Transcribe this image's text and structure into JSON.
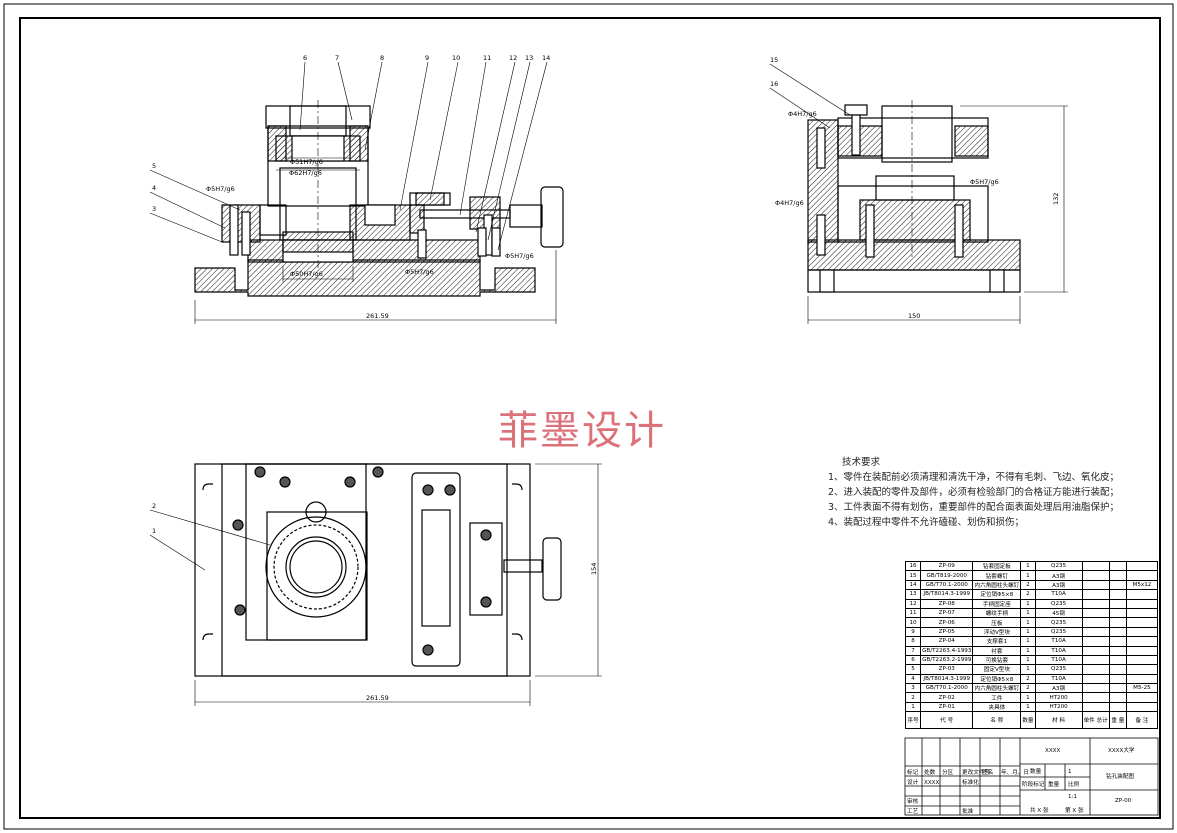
{
  "watermark": "菲墨设计",
  "notes": {
    "title": "技术要求",
    "lines": [
      "1、零件在装配前必须清理和清洗干净，不得有毛刺、飞边、氧化皮；",
      "2、进入装配的零件及部件，必须有检验部门的合格证方能进行装配；",
      "3、工件表面不得有划伤，重要部件的配合面表面处理后用油脂保护；",
      "4、装配过程中零件不允许磕碰、划伤和损伤；"
    ]
  },
  "front_view": {
    "balloons": [
      "6",
      "7",
      "8",
      "9",
      "10",
      "11",
      "12",
      "13",
      "14",
      "5",
      "4",
      "3"
    ],
    "fits": [
      "Φ51H7/g6",
      "Φ62H7/g6",
      "Φ5H7/g6",
      "Φ50H7/g6",
      "Φ5H7/g6",
      "Φ5H7/g6"
    ],
    "overall_dim": "261.59"
  },
  "side_view": {
    "balloons": [
      "15",
      "16"
    ],
    "fits": [
      "Φ4H7/g6",
      "Φ4H7/g6",
      "Φ5H7/g6"
    ],
    "width_dim": "150",
    "height_dim": "132"
  },
  "top_view": {
    "balloons": [
      "2",
      "1"
    ],
    "overall_dim": "261.59",
    "height_dim": "154"
  },
  "bom": {
    "rows": [
      {
        "no": "16",
        "code": "ZP-09",
        "name": "钻套固定板",
        "qty": "1",
        "mat": "Q235",
        "note": ""
      },
      {
        "no": "15",
        "code": "GB/T819-2000",
        "name": "钻套螺钉",
        "qty": "1",
        "mat": "A3钢",
        "note": ""
      },
      {
        "no": "14",
        "code": "GB/T70.1-2000",
        "name": "内六角圆柱头螺钉",
        "qty": "2",
        "mat": "A3钢",
        "note": "M5x12"
      },
      {
        "no": "13",
        "code": "JB/T8014.3-1999",
        "name": "定位销Φ5×8",
        "qty": "2",
        "mat": "T10A",
        "note": ""
      },
      {
        "no": "12",
        "code": "ZP-08",
        "name": "手柄固定座",
        "qty": "1",
        "mat": "Q235",
        "note": ""
      },
      {
        "no": "11",
        "code": "ZP-07",
        "name": "螺纹手柄",
        "qty": "1",
        "mat": "45钢",
        "note": ""
      },
      {
        "no": "10",
        "code": "ZP-06",
        "name": "压板",
        "qty": "1",
        "mat": "Q235",
        "note": ""
      },
      {
        "no": "9",
        "code": "ZP-05",
        "name": "浮动V型块",
        "qty": "1",
        "mat": "Q235",
        "note": ""
      },
      {
        "no": "8",
        "code": "ZP-04",
        "name": "支撑套1",
        "qty": "1",
        "mat": "T10A",
        "note": ""
      },
      {
        "no": "7",
        "code": "GB/T2263.4-1993",
        "name": "衬套",
        "qty": "1",
        "mat": "T10A",
        "note": ""
      },
      {
        "no": "6",
        "code": "GB/T2263.2-1999",
        "name": "可换钻套",
        "qty": "1",
        "mat": "T10A",
        "note": ""
      },
      {
        "no": "5",
        "code": "ZP-03",
        "name": "固定V型块",
        "qty": "1",
        "mat": "Q235",
        "note": ""
      },
      {
        "no": "4",
        "code": "JB/T8014.3-1999",
        "name": "定位销Φ5×8",
        "qty": "2",
        "mat": "T10A",
        "note": ""
      },
      {
        "no": "3",
        "code": "GB/T70.1-2000",
        "name": "内六角圆柱头螺钉",
        "qty": "2",
        "mat": "A3钢",
        "note": "M5-25"
      },
      {
        "no": "2",
        "code": "ZP-02",
        "name": "工件",
        "qty": "1",
        "mat": "HT200",
        "note": ""
      },
      {
        "no": "1",
        "code": "ZP-01",
        "name": "夹具体",
        "qty": "1",
        "mat": "HT200",
        "note": ""
      }
    ],
    "header": {
      "no": "序号",
      "code": "代 号",
      "name": "名 称",
      "qty": "数量",
      "mat": "材 料",
      "weight": "单件 总计",
      "weight2": "重 量",
      "note": "备 注"
    }
  },
  "title_block": {
    "org": "XXXX",
    "school": "XXXX大学",
    "count_label": "数量",
    "count": "1",
    "drawing_name": "钻孔装配图",
    "drawing_no": "ZP-00",
    "scale_label": "比例",
    "scale": "1:1",
    "stage_label": "阶段标记",
    "weight_label": "重量",
    "designer_label": "设计",
    "designer": "XXXX",
    "std_label": "标准化",
    "review_label": "审核",
    "process_label": "工艺",
    "approve_label": "批准",
    "change_labels": [
      "标记",
      "处数",
      "分区",
      "更改文件号",
      "签名",
      "年、月、日"
    ],
    "sheets": "共 X 张",
    "sheet": "第 X 张"
  }
}
